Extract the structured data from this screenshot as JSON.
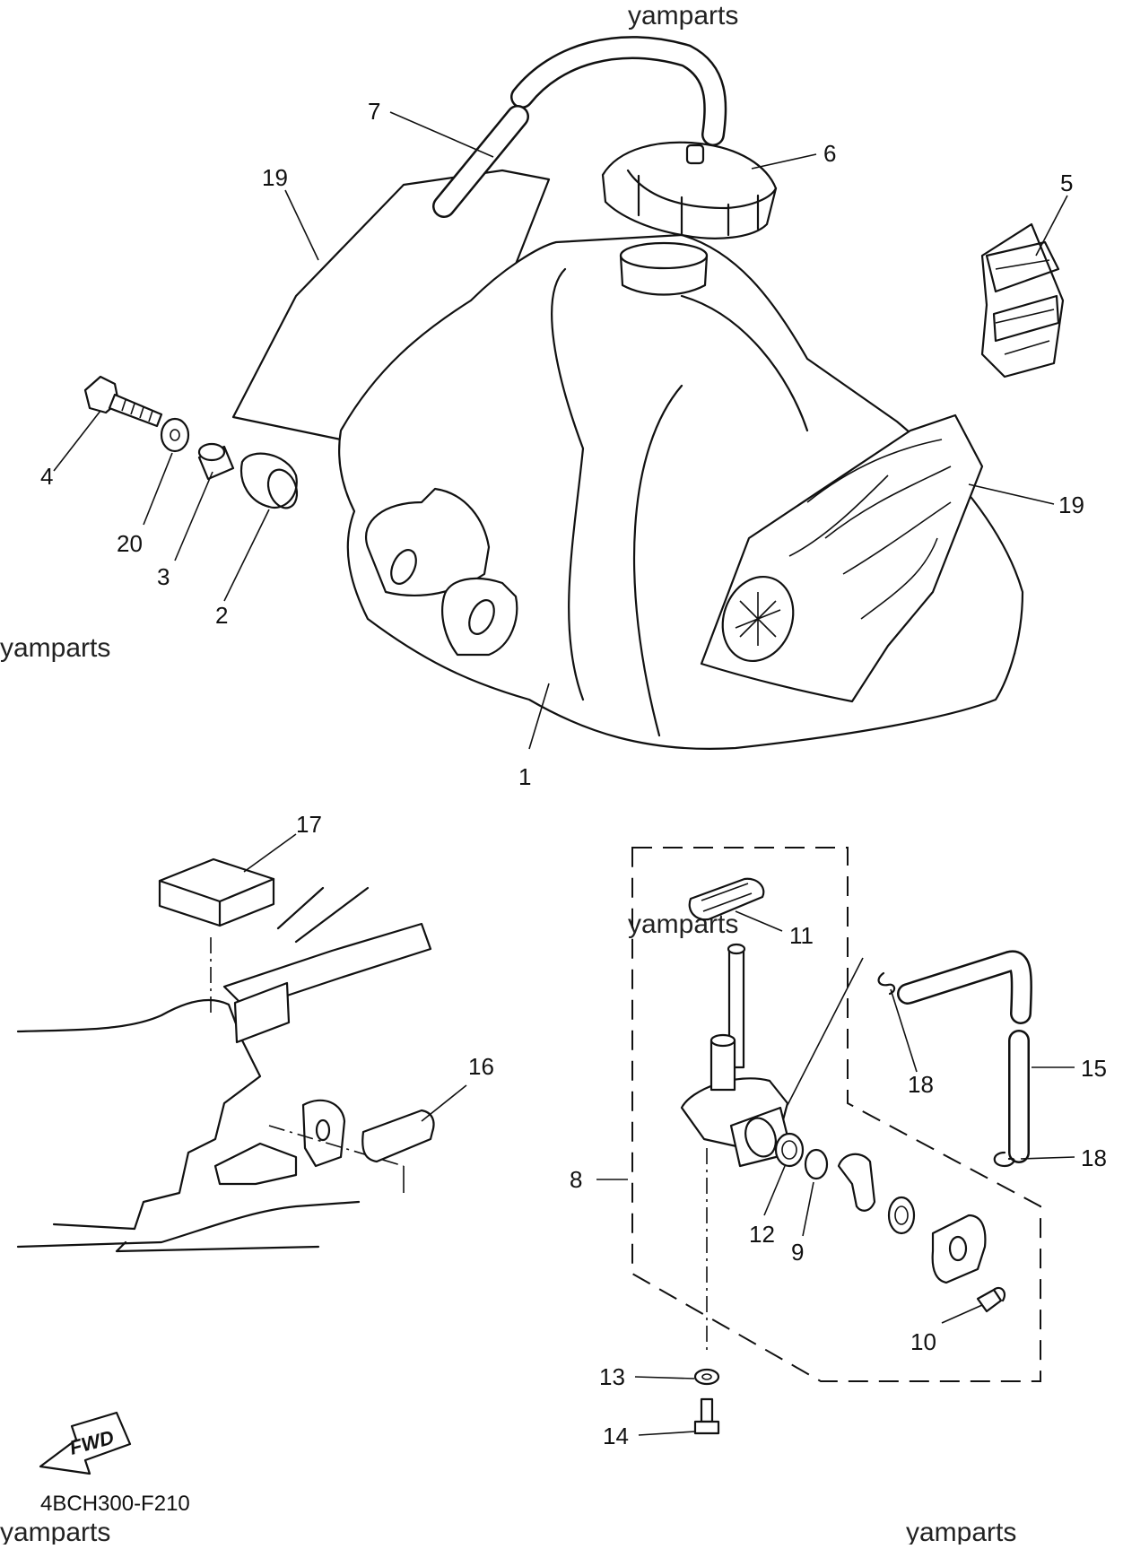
{
  "diagram": {
    "drawing_code": "4BCH300-F210",
    "watermark": "yamparts",
    "fwd_label": "FWD",
    "callouts": {
      "p1": "1",
      "p2": "2",
      "p3": "3",
      "p4": "4",
      "p5": "5",
      "p6": "6",
      "p7": "7",
      "p8": "8",
      "p9": "9",
      "p10": "10",
      "p11": "11",
      "p12": "12",
      "p13": "13",
      "p14": "14",
      "p15": "15",
      "p16": "16",
      "p17": "17",
      "p18a": "18",
      "p18b": "18",
      "p19a": "19",
      "p19b": "19",
      "p20": "20"
    }
  }
}
